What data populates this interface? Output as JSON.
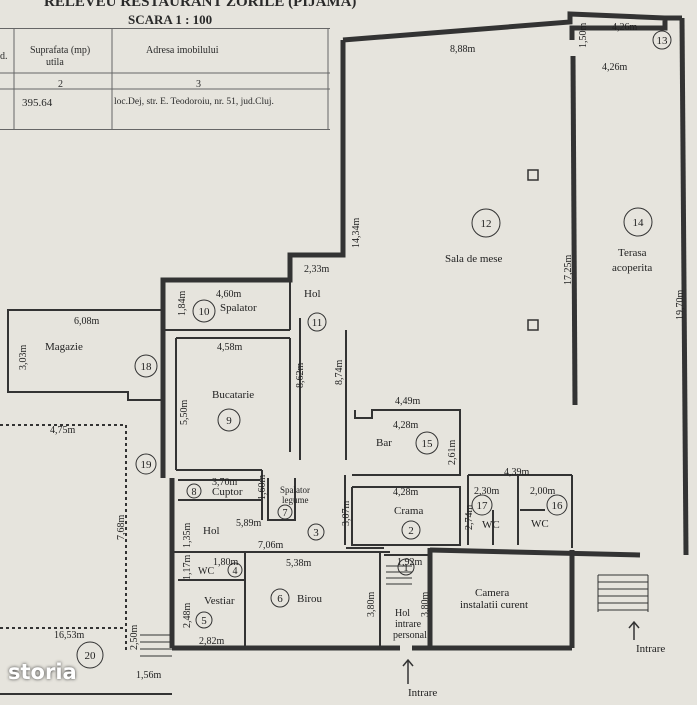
{
  "header": {
    "title": "RELEVEU RESTAURANT ZORILE (PIJAMA)",
    "scale": "SCARA 1 : 100"
  },
  "table": {
    "col_nr": "d.",
    "col_area": "Suprafata (mp)",
    "col_area2": "utila",
    "col_address": "Adresa imobilului",
    "idx_area": "2",
    "idx_address": "3",
    "area_value": "395.64",
    "address_value": "loc.Dej, str. E. Teodoroiu, nr. 51, jud.Cluj."
  },
  "rooms": [
    {
      "num": "1",
      "name": "Hol intrare personal"
    },
    {
      "num": "2",
      "name": "Crama"
    },
    {
      "num": "3",
      "name": ""
    },
    {
      "num": "4",
      "name": "WC"
    },
    {
      "num": "5",
      "name": "Vestiar"
    },
    {
      "num": "6",
      "name": "Birou"
    },
    {
      "num": "7",
      "name": "Spalator legume"
    },
    {
      "num": "8",
      "name": "Cuptor"
    },
    {
      "num": "9",
      "name": "Bucatarie"
    },
    {
      "num": "10",
      "name": "Spalator"
    },
    {
      "num": "11",
      "name": "Hol"
    },
    {
      "num": "12",
      "name": "Sala de mese"
    },
    {
      "num": "13",
      "name": ""
    },
    {
      "num": "14",
      "name": "Terasa acoperita"
    },
    {
      "num": "15",
      "name": "Bar"
    },
    {
      "num": "16",
      "name": "WC"
    },
    {
      "num": "17",
      "name": "WC"
    },
    {
      "num": "18",
      "name": "Magazie"
    },
    {
      "num": "19",
      "name": ""
    },
    {
      "num": "20",
      "name": ""
    }
  ],
  "labels": {
    "hol": "Hol",
    "hol_intrare": "Hol",
    "intrare_personal_1": "intrare",
    "intrare_personal_2": "personal",
    "spalator_legume_1": "Spalator",
    "spalator_legume_2": "legume",
    "terasa_1": "Terasa",
    "terasa_2": "acoperita",
    "camera_1": "Camera",
    "camera_2": "instalatii curent",
    "intrare_right": "Intrare",
    "intrare_bottom": "Intrare"
  },
  "dimensions": {
    "d_888": "8,88m",
    "d_426a": "4,26m",
    "d_426b": "4,26m",
    "d_150": "1,50m",
    "d_1434": "14,34m",
    "d_1725": "17,25m",
    "d_1970": "19,70m",
    "d_233": "2,33m",
    "d_460": "4,60m",
    "d_184": "1,84m",
    "d_608": "6,08m",
    "d_303": "3,03m",
    "d_458": "4,58m",
    "d_862": "8,62m",
    "d_874": "8,74m",
    "d_550": "5,50m",
    "d_475": "4,75m",
    "d_449": "4,49m",
    "d_428a": "4,28m",
    "d_261": "2,61m",
    "d_439": "4,39m",
    "d_230": "2,30m",
    "d_200": "2,00m",
    "d_428b": "4,28m",
    "d_274": "2,74m",
    "d_307": "3,07m",
    "d_370": "3,70m",
    "d_160": "1,60m",
    "d_589": "5,89m",
    "d_768": "7,68m",
    "d_135": "1,35m",
    "d_706": "7,06m",
    "d_192": "1,92m",
    "d_180": "1,80m",
    "d_538": "5,38m",
    "d_117": "1,17m",
    "d_248": "2,48m",
    "d_282": "2,82m",
    "d_380a": "3,80m",
    "d_380b": "3,80m",
    "d_1653": "16,53m",
    "d_250": "2,50m",
    "d_156": "1,56m"
  },
  "watermark": "storia",
  "colors": {
    "paper": "#e6e4dd",
    "ink": "#222222",
    "wall": "#333333"
  }
}
